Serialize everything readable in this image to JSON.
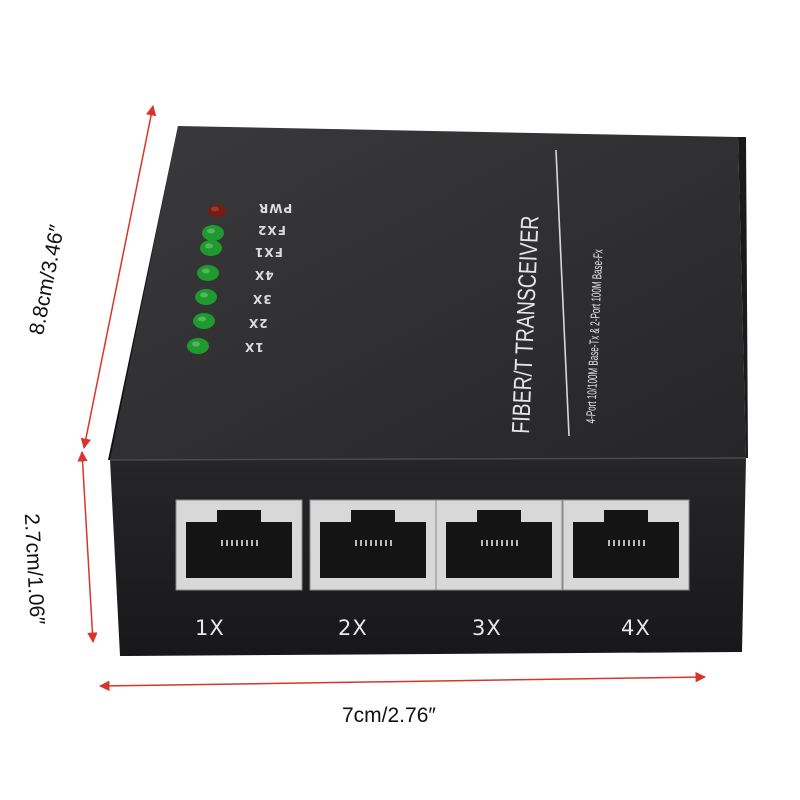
{
  "dimensions": {
    "length": "8.8cm/3.46″",
    "height": "2.7cm/1.06″",
    "width": "7cm/2.76″"
  },
  "device": {
    "title": "FIBER/T TRANSCEIVER",
    "subtitle": "4-Port 10/100M Base-Tx & 2-Port 100M Base-Fx"
  },
  "leds": [
    {
      "label": "PWR",
      "color": "#7a1a10"
    },
    {
      "label": "FX2",
      "color": "#1f9a2e"
    },
    {
      "label": "FX1",
      "color": "#1f9a2e"
    },
    {
      "label": "4X",
      "color": "#1f9a2e"
    },
    {
      "label": "3X",
      "color": "#1f9a2e"
    },
    {
      "label": "2X",
      "color": "#1f9a2e"
    },
    {
      "label": "1X",
      "color": "#1f9a2e"
    }
  ],
  "ports": [
    {
      "label": "1X"
    },
    {
      "label": "2X"
    },
    {
      "label": "3X"
    },
    {
      "label": "4X"
    }
  ],
  "colors": {
    "dimension_line": "#d9342b",
    "body_top": "#2f2f31",
    "body_front": "#1f1f21",
    "body_side": "#151516",
    "port_metal": "#d8d8d8"
  }
}
